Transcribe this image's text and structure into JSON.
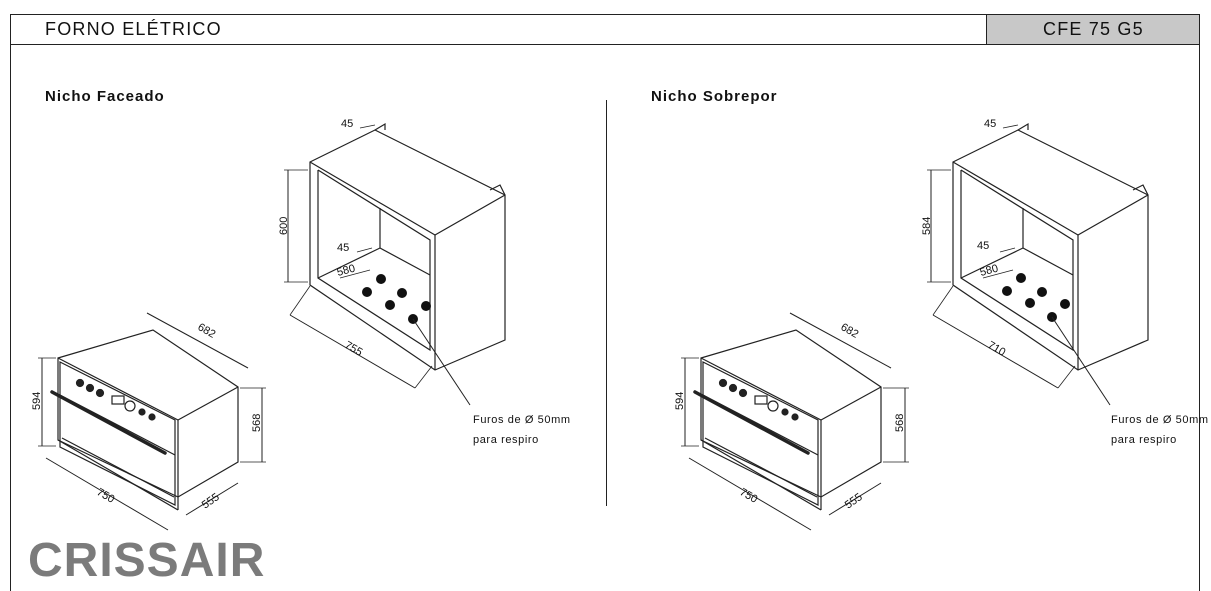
{
  "header": {
    "title": "FORNO ELÉTRICO",
    "model": "CFE 75 G5"
  },
  "sections": {
    "left": {
      "title": "Nicho Faceado",
      "niche": {
        "depth_top": "45",
        "height": "600",
        "depth_inner": "45",
        "inner_depth": "580",
        "width": "755"
      },
      "oven": {
        "depth": "682",
        "front_height": "594",
        "body_height": "568",
        "width": "750",
        "side_depth": "555"
      },
      "note": {
        "line1": "Furos de Ø 50mm",
        "line2": "para respiro"
      }
    },
    "right": {
      "title": "Nicho Sobrepor",
      "niche": {
        "depth_top": "45",
        "height": "584",
        "depth_inner": "45",
        "inner_depth": "580",
        "width": "710"
      },
      "oven": {
        "depth": "682",
        "front_height": "594",
        "body_height": "568",
        "width": "750",
        "side_depth": "555"
      },
      "note": {
        "line1": "Furos de Ø 50mm",
        "line2": "para respiro"
      }
    }
  },
  "brand": {
    "logo": "CRISSAIR",
    "color": "#7b7b7b"
  }
}
